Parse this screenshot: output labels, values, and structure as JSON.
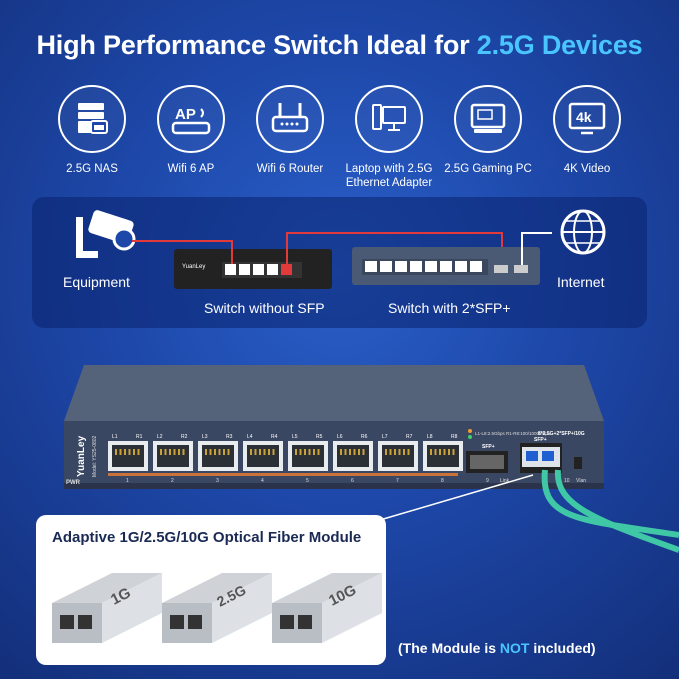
{
  "headline": {
    "prefix": "High Performance Switch Ideal for ",
    "accent": "2.5G Devices"
  },
  "devices": [
    {
      "label": "2.5G NAS",
      "icon": "nas-icon"
    },
    {
      "label": "Wifi 6 AP",
      "icon": "access-point-icon",
      "icon_text": "AP"
    },
    {
      "label": "Wifi 6 Router",
      "icon": "router-icon"
    },
    {
      "label": "Laptop with 2.5G Ethernet Adapter",
      "icon": "desktop-pc-icon"
    },
    {
      "label": "2.5G Gaming PC",
      "icon": "gaming-pc-icon"
    },
    {
      "label": "4K Video",
      "icon": "video-4k-icon",
      "icon_text": "4k"
    }
  ],
  "connection": {
    "equipment": "Equipment",
    "switch_without_sfp": "Switch without SFP",
    "switch_with_sfp": "Switch with 2*SFP+",
    "internet": "Internet",
    "brand": "YuanLey"
  },
  "switch": {
    "brand": "YuanLey",
    "model": "Model: YS25-0802",
    "pwr": "PWR",
    "port_top_labels": [
      "L1",
      "R1",
      "L2",
      "R2",
      "L3",
      "R3",
      "L4",
      "R4",
      "L5",
      "R5",
      "L6",
      "R6",
      "L7",
      "R7",
      "L8",
      "R8"
    ],
    "port_numbers": [
      "1",
      "2",
      "3",
      "4",
      "5",
      "6",
      "7",
      "8"
    ],
    "led_legend": "L1-L8:2.5Gbps R1-R8:100/1000Mbps",
    "sfp_label": "SFP+",
    "sfp_spec": "8*2.5G+2*SFP+/10G",
    "sfp_numbers": [
      "9",
      "10"
    ],
    "link": "Link",
    "vlan": "Vlan"
  },
  "fiber": {
    "title": "Adaptive 1G/2.5G/10G Optical Fiber Module",
    "modules": [
      "1G",
      "2.5G",
      "10G"
    ]
  },
  "note": {
    "prefix": "(The Module is ",
    "emph": "NOT",
    "suffix": " included)"
  },
  "colors": {
    "accent": "#49c6ff",
    "background": "#1d47a8",
    "fiber_cable": "#3fc7a6"
  }
}
